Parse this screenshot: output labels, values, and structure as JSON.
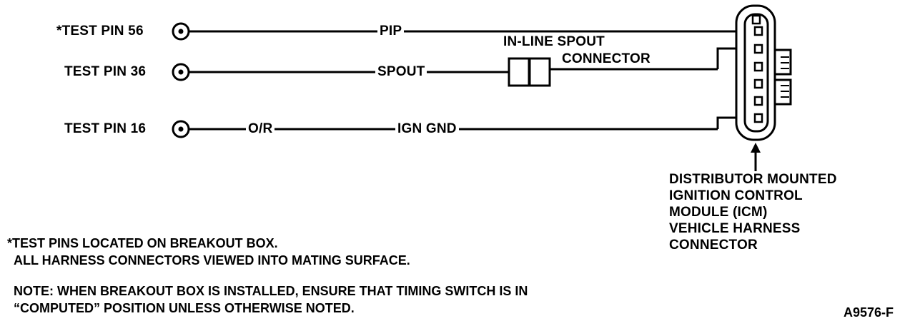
{
  "pins": [
    {
      "label": "*TEST PIN 56",
      "wire": "PIP"
    },
    {
      "label": "TEST PIN 36",
      "wire": "SPOUT"
    },
    {
      "label": "TEST PIN 16",
      "wire_color": "O/R",
      "wire": "IGN GND"
    }
  ],
  "spout_connector": {
    "line1": "IN-LINE SPOUT",
    "line2": "CONNECTOR"
  },
  "icm_label": [
    "DISTRIBUTOR MOUNTED",
    "IGNITION CONTROL",
    "MODULE (ICM)",
    "VEHICLE HARNESS",
    "CONNECTOR"
  ],
  "notes": {
    "line1": "*TEST PINS LOCATED ON BREAKOUT BOX.",
    "line2": "ALL HARNESS CONNECTORS VIEWED INTO MATING SURFACE.",
    "line3": "NOTE: WHEN BREAKOUT BOX IS INSTALLED, ENSURE THAT TIMING SWITCH IS IN",
    "line4": "“COMPUTED” POSITION UNLESS OTHERWISE NOTED."
  },
  "figure_id": "A9576-F"
}
